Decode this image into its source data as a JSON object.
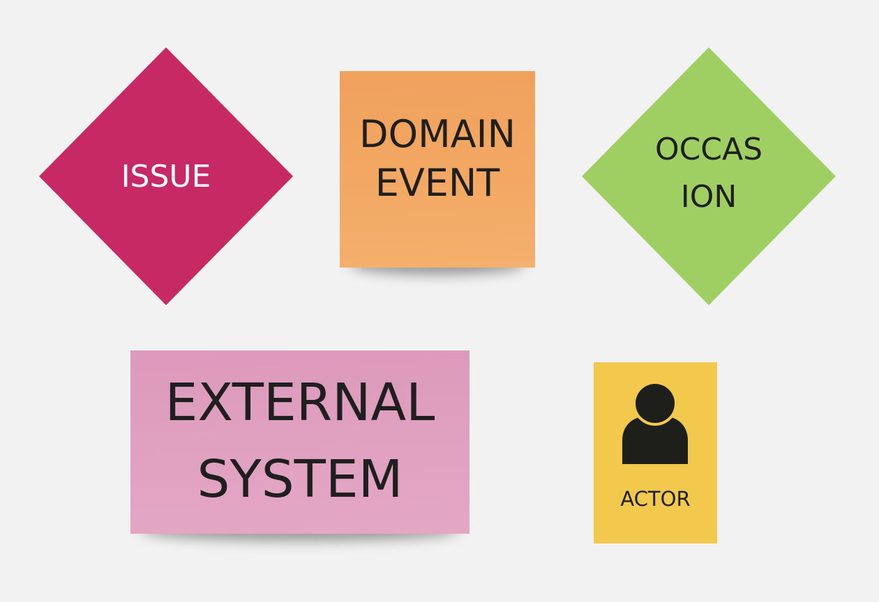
{
  "diagram": {
    "issue": {
      "label": "ISSUE",
      "color": "#c72a62"
    },
    "domain_event": {
      "label": "DOMAIN\nEVENT",
      "color": "#f2a762"
    },
    "occasion": {
      "label": "OCCAS\nION",
      "color": "#9fcf62"
    },
    "external_system": {
      "label": "EXTERNAL\nSYSTEM",
      "color": "#e0a0bf"
    },
    "actor": {
      "label": "ACTOR",
      "color": "#f2c94c",
      "icon": "person-icon"
    }
  }
}
